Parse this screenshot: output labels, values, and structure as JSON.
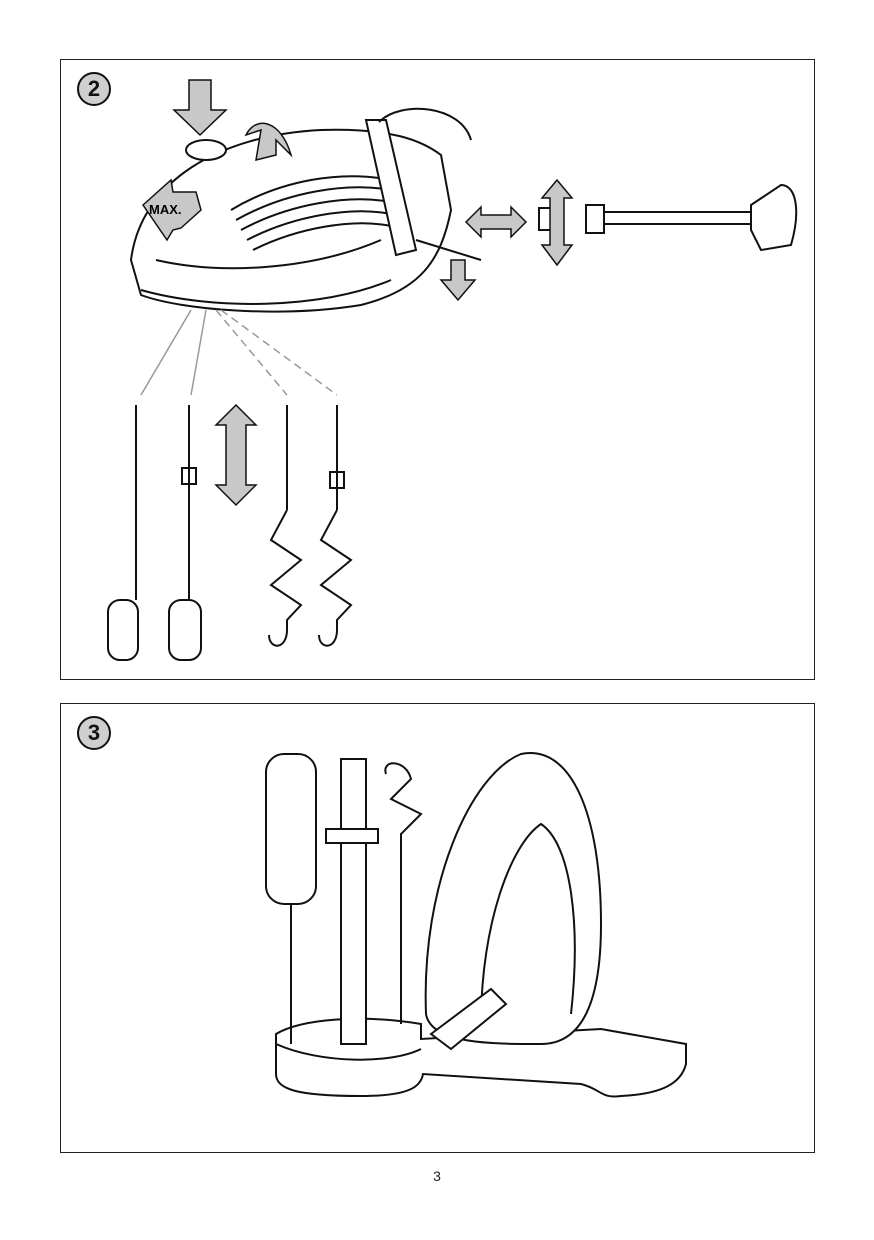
{
  "figures": [
    {
      "number": "2",
      "label_max": "MAX."
    },
    {
      "number": "3"
    }
  ],
  "page_number": "3",
  "colors": {
    "arrow_fill": "#c8c8c8",
    "badge_fill": "#cfcfcf",
    "line": "#111111"
  }
}
